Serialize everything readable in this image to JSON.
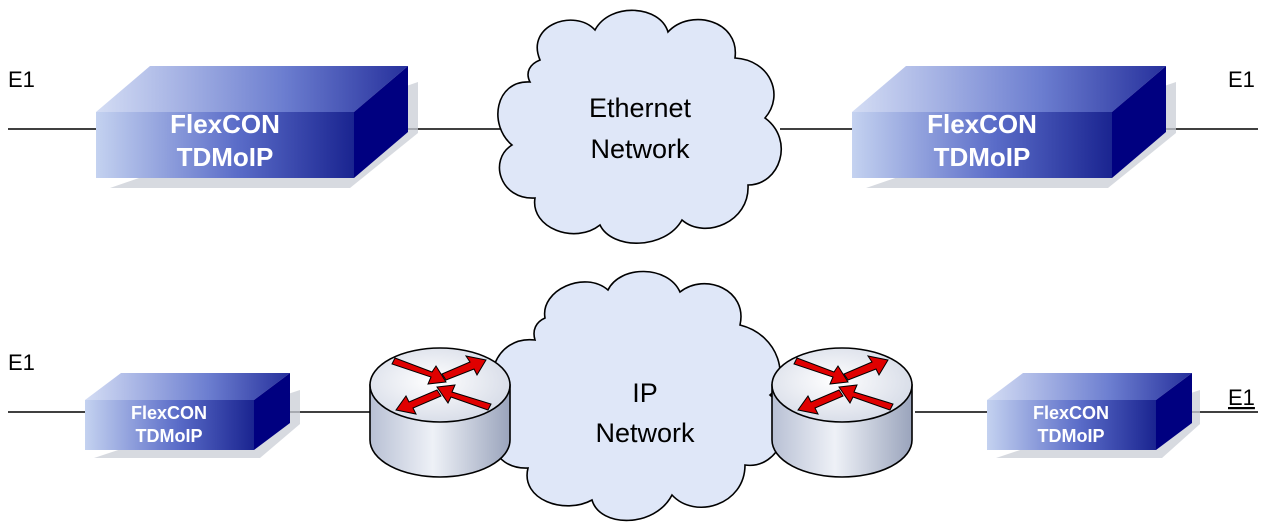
{
  "top_row": {
    "left_link_label": "E1",
    "right_link_label": "E1",
    "left_device": {
      "line1": "FlexCON",
      "line2": "TDMoIP"
    },
    "right_device": {
      "line1": "FlexCON",
      "line2": "TDMoIP"
    },
    "cloud": {
      "line1": "Ethernet",
      "line2": "Network"
    }
  },
  "bottom_row": {
    "left_link_label": "E1",
    "right_link_label": "E1",
    "left_device": {
      "line1": "FlexCON",
      "line2": "TDMoIP"
    },
    "right_device": {
      "line1": "FlexCON",
      "line2": "TDMoIP"
    },
    "cloud": {
      "line1": "IP",
      "line2": "Network"
    }
  },
  "colors": {
    "device_front_light": "#b8c8ec",
    "device_front_dark": "#1a2a9a",
    "device_side": "#000080",
    "cloud_fill": "#dde6f7",
    "router_body": "#d8dde8",
    "arrow": "#e00000"
  }
}
